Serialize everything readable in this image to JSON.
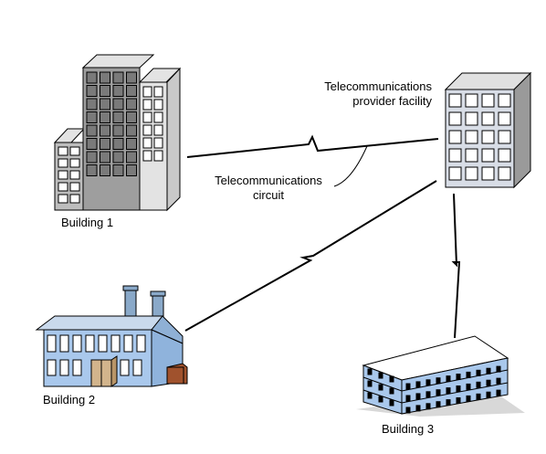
{
  "labels": {
    "building_1": "Building 1",
    "building_2": "Building 2",
    "building_3": "Building 3",
    "provider_line1": "Telecommunications",
    "provider_line2": "provider facility",
    "circuit_line1": "Telecommunications",
    "circuit_line2": "circuit"
  },
  "colors": {
    "background": "#ffffff",
    "outline": "#000000",
    "building_1_front": "#9e9e9e",
    "building_1_side": "#e3e3e3",
    "provider_front": "#d8dde6",
    "provider_side": "#9a9a9a",
    "factory_wall": "#a9c8ec",
    "factory_door": "#d2b48c",
    "building_3_facade": "#a9c8ec",
    "window": "#ffffff",
    "link_line": "#000000"
  },
  "icons": [
    "office-building-icon",
    "factory-icon",
    "provider-facility-icon",
    "office-complex-icon"
  ]
}
